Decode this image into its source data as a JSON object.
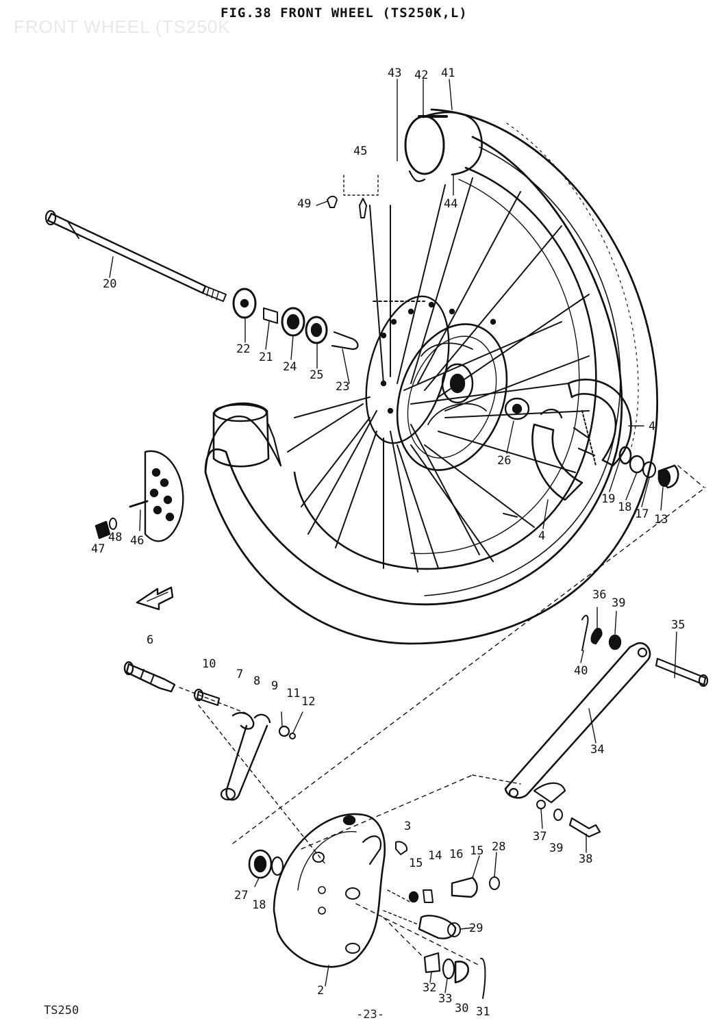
{
  "header": {
    "watermark": "FRONT WHEEL (TS250K",
    "title": "FIG.38  FRONT WHEEL (TS250K,L)"
  },
  "footer": {
    "model": "TS250",
    "page": "-23-"
  },
  "callouts": [
    "43",
    "42",
    "41",
    "45",
    "49",
    "44",
    "20",
    "22",
    "21",
    "24",
    "25",
    "23",
    "4",
    "26",
    "19",
    "18",
    "17",
    "13",
    "46",
    "48",
    "47",
    "4",
    "6",
    "10",
    "7",
    "8",
    "9",
    "11",
    "12",
    "36",
    "39",
    "35",
    "40",
    "34",
    "37",
    "39",
    "38",
    "3",
    "15",
    "14",
    "16",
    "15",
    "28",
    "27",
    "18",
    "29",
    "2",
    "32",
    "33",
    "30",
    "31"
  ]
}
